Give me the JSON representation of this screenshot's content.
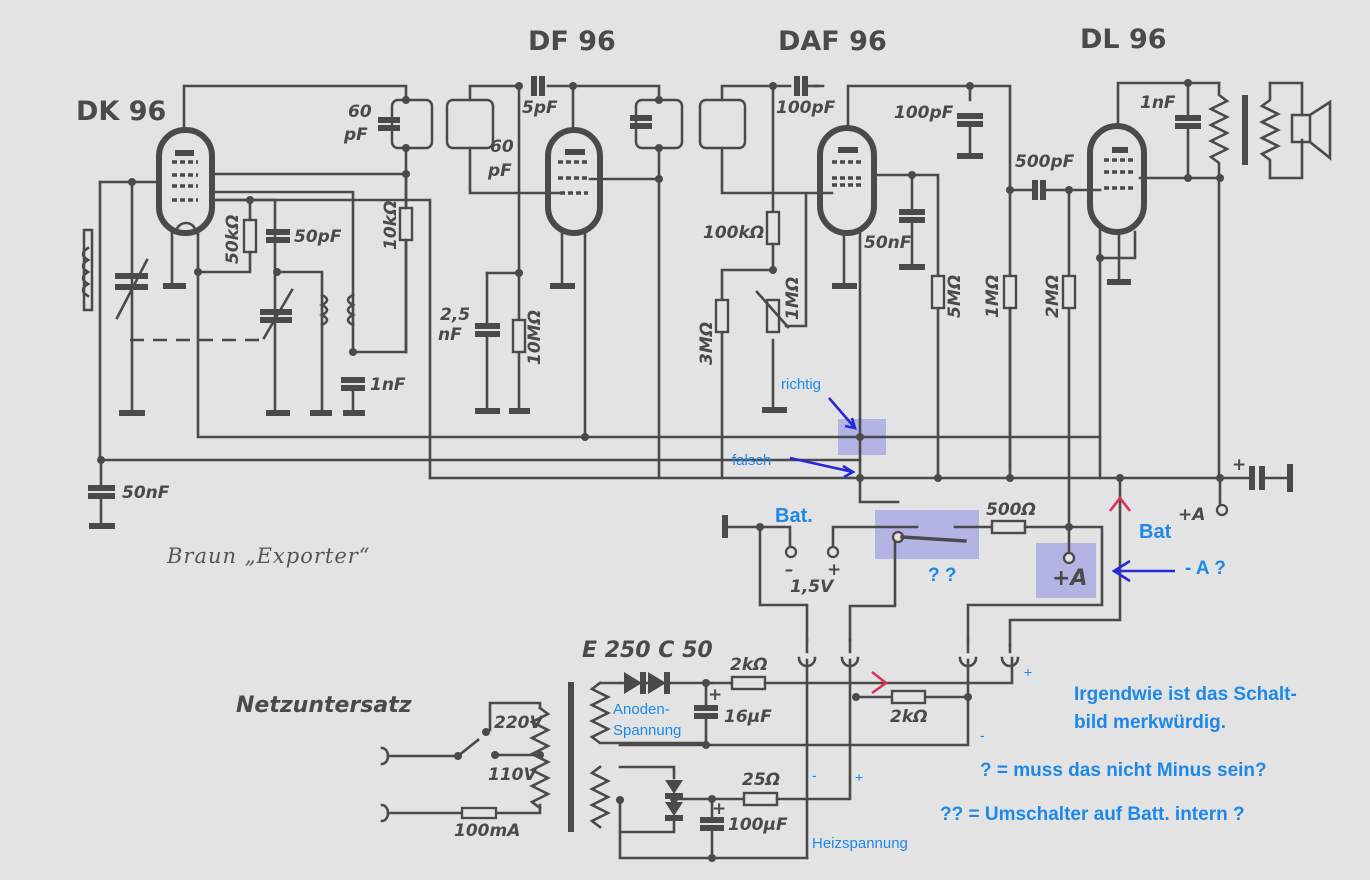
{
  "title": "Braun „Exporter“",
  "tubes": {
    "dk96": "DK 96",
    "df96": "DF 96",
    "daf96": "DAF 96",
    "dl96": "DL 96"
  },
  "components": {
    "c_60pf_a": [
      "60",
      "pF"
    ],
    "c_60pf_b": [
      "60",
      "pF"
    ],
    "c_5pf": "5pF",
    "c_100pf_a": "100pF",
    "c_100pf_b": "100pF",
    "c_1nf_out": "1nF",
    "c_500pf": "500pF",
    "r_50k": "50kΩ",
    "c_50pf": "50pF",
    "r_10k": "10kΩ",
    "r_100k": "100kΩ",
    "c_50nf_daf": "50nF",
    "c_2_5nf": [
      "2,5",
      "nF"
    ],
    "r_10m": "10MΩ",
    "r_3m": "3MΩ",
    "pot_1m": "1MΩ",
    "r_5m": "5MΩ",
    "r_1m": "1MΩ",
    "r_2m": "2MΩ",
    "c_1nf_osc": "1nF",
    "c_50nf": "50nF",
    "r_500": "500Ω",
    "bat_1_5v": "1,5V",
    "bat_minus": "–",
    "bat_plus": "+",
    "term_plus_a_box": "+A",
    "term_plus_a": "+A",
    "plus_sign_cap": "+"
  },
  "psu": {
    "title": "Netzuntersatz",
    "rectifier": "E 250 C 50",
    "r_2k_a": "2kΩ",
    "r_2k_b": "2kΩ",
    "c_16uf": "16µF",
    "r_25": "25Ω",
    "c_100uf": "100µF",
    "v220": "220V",
    "v110": "110V",
    "fuse": "100mA",
    "plus": "+"
  },
  "annotations": {
    "richtig": "richtig",
    "falsch": "falsch",
    "bat_left": "Bat.",
    "bat_right": "Bat",
    "minus_a": "- A ?",
    "question_switch": "? ?",
    "anoden_1": "Anoden-",
    "anoden_2": "Spannung",
    "heiz": "Heizspannung",
    "minus_1": "-",
    "plus_1": "+",
    "plus_2": "+",
    "minus_2": "-",
    "note_1": "Irgendwie ist das Schalt-",
    "note_2": "bild merkwürdig.",
    "note_3": "? = muss das nicht Minus sein?",
    "note_4": "?? = Umschalter auf Batt. intern ?"
  }
}
